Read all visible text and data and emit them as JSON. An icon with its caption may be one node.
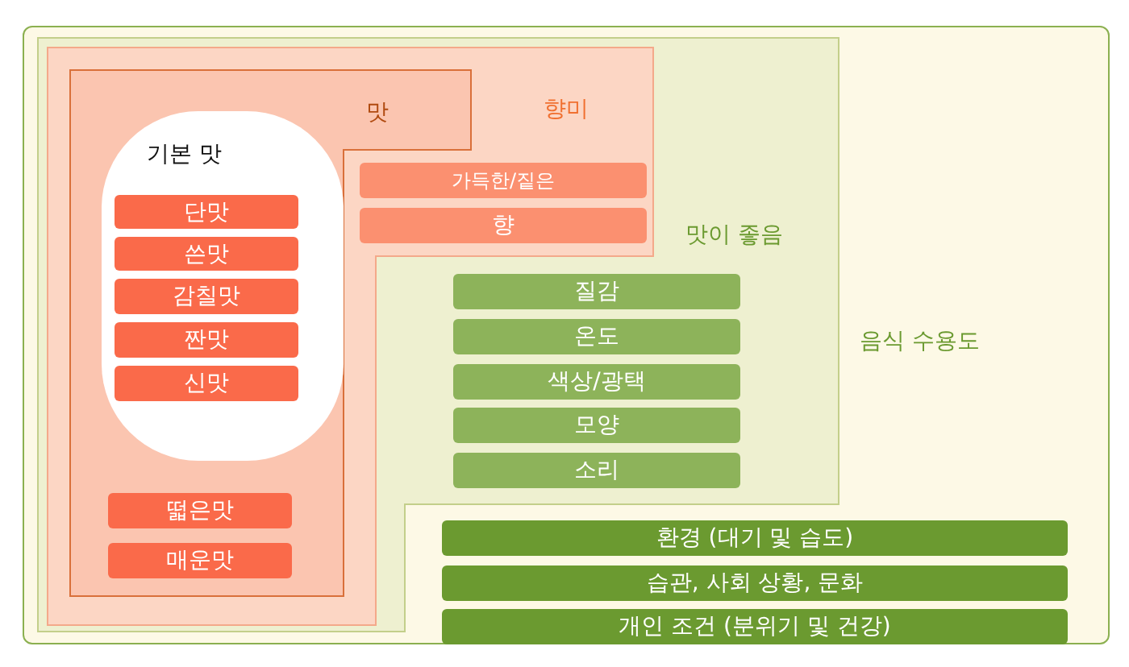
{
  "diagram": {
    "nodes": [
      {
        "text": [
          "음식 수용도"
        ]
      },
      {
        "text": [
          "맛이 좋음"
        ],
        "in": 0
      },
      {
        "text": [
          "향미"
        ],
        "in": 1
      },
      {
        "text": [
          "맛"
        ],
        "in": 2
      },
      {
        "text": [
          "기본 맛"
        ],
        "in": 3
      },
      {
        "text": [
          "단맛"
        ],
        "in": 4
      },
      {
        "text": [
          "쓴맛"
        ],
        "in": 4
      },
      {
        "text": [
          "감칠맛"
        ],
        "in": 4
      },
      {
        "text": [
          "짠맛"
        ],
        "in": 4
      },
      {
        "text": [
          "신맛"
        ],
        "in": 4
      },
      {
        "text": [
          "떫은맛"
        ],
        "in": 3
      },
      {
        "text": [
          "매운맛"
        ],
        "in": 3
      },
      {
        "text": [
          "가득한/짙은"
        ],
        "in": 2
      },
      {
        "text": [
          "향"
        ],
        "in": 2
      },
      {
        "text": [
          "질감"
        ],
        "in": 1
      },
      {
        "text": [
          "온도"
        ],
        "in": 1
      },
      {
        "text": [
          "색상/광택"
        ],
        "in": 1
      },
      {
        "text": [
          "모양"
        ],
        "in": 1
      },
      {
        "text": [
          "소리"
        ],
        "in": 1
      },
      {
        "text": [
          "환경 (대기 및 습도)"
        ],
        "in": 0
      },
      {
        "text": [
          "습관, 사회 상황, 문화"
        ],
        "in": 0
      },
      {
        "text": [
          "개인 조건 (분위기 및 건강)"
        ],
        "in": 0
      }
    ],
    "edges": []
  }
}
